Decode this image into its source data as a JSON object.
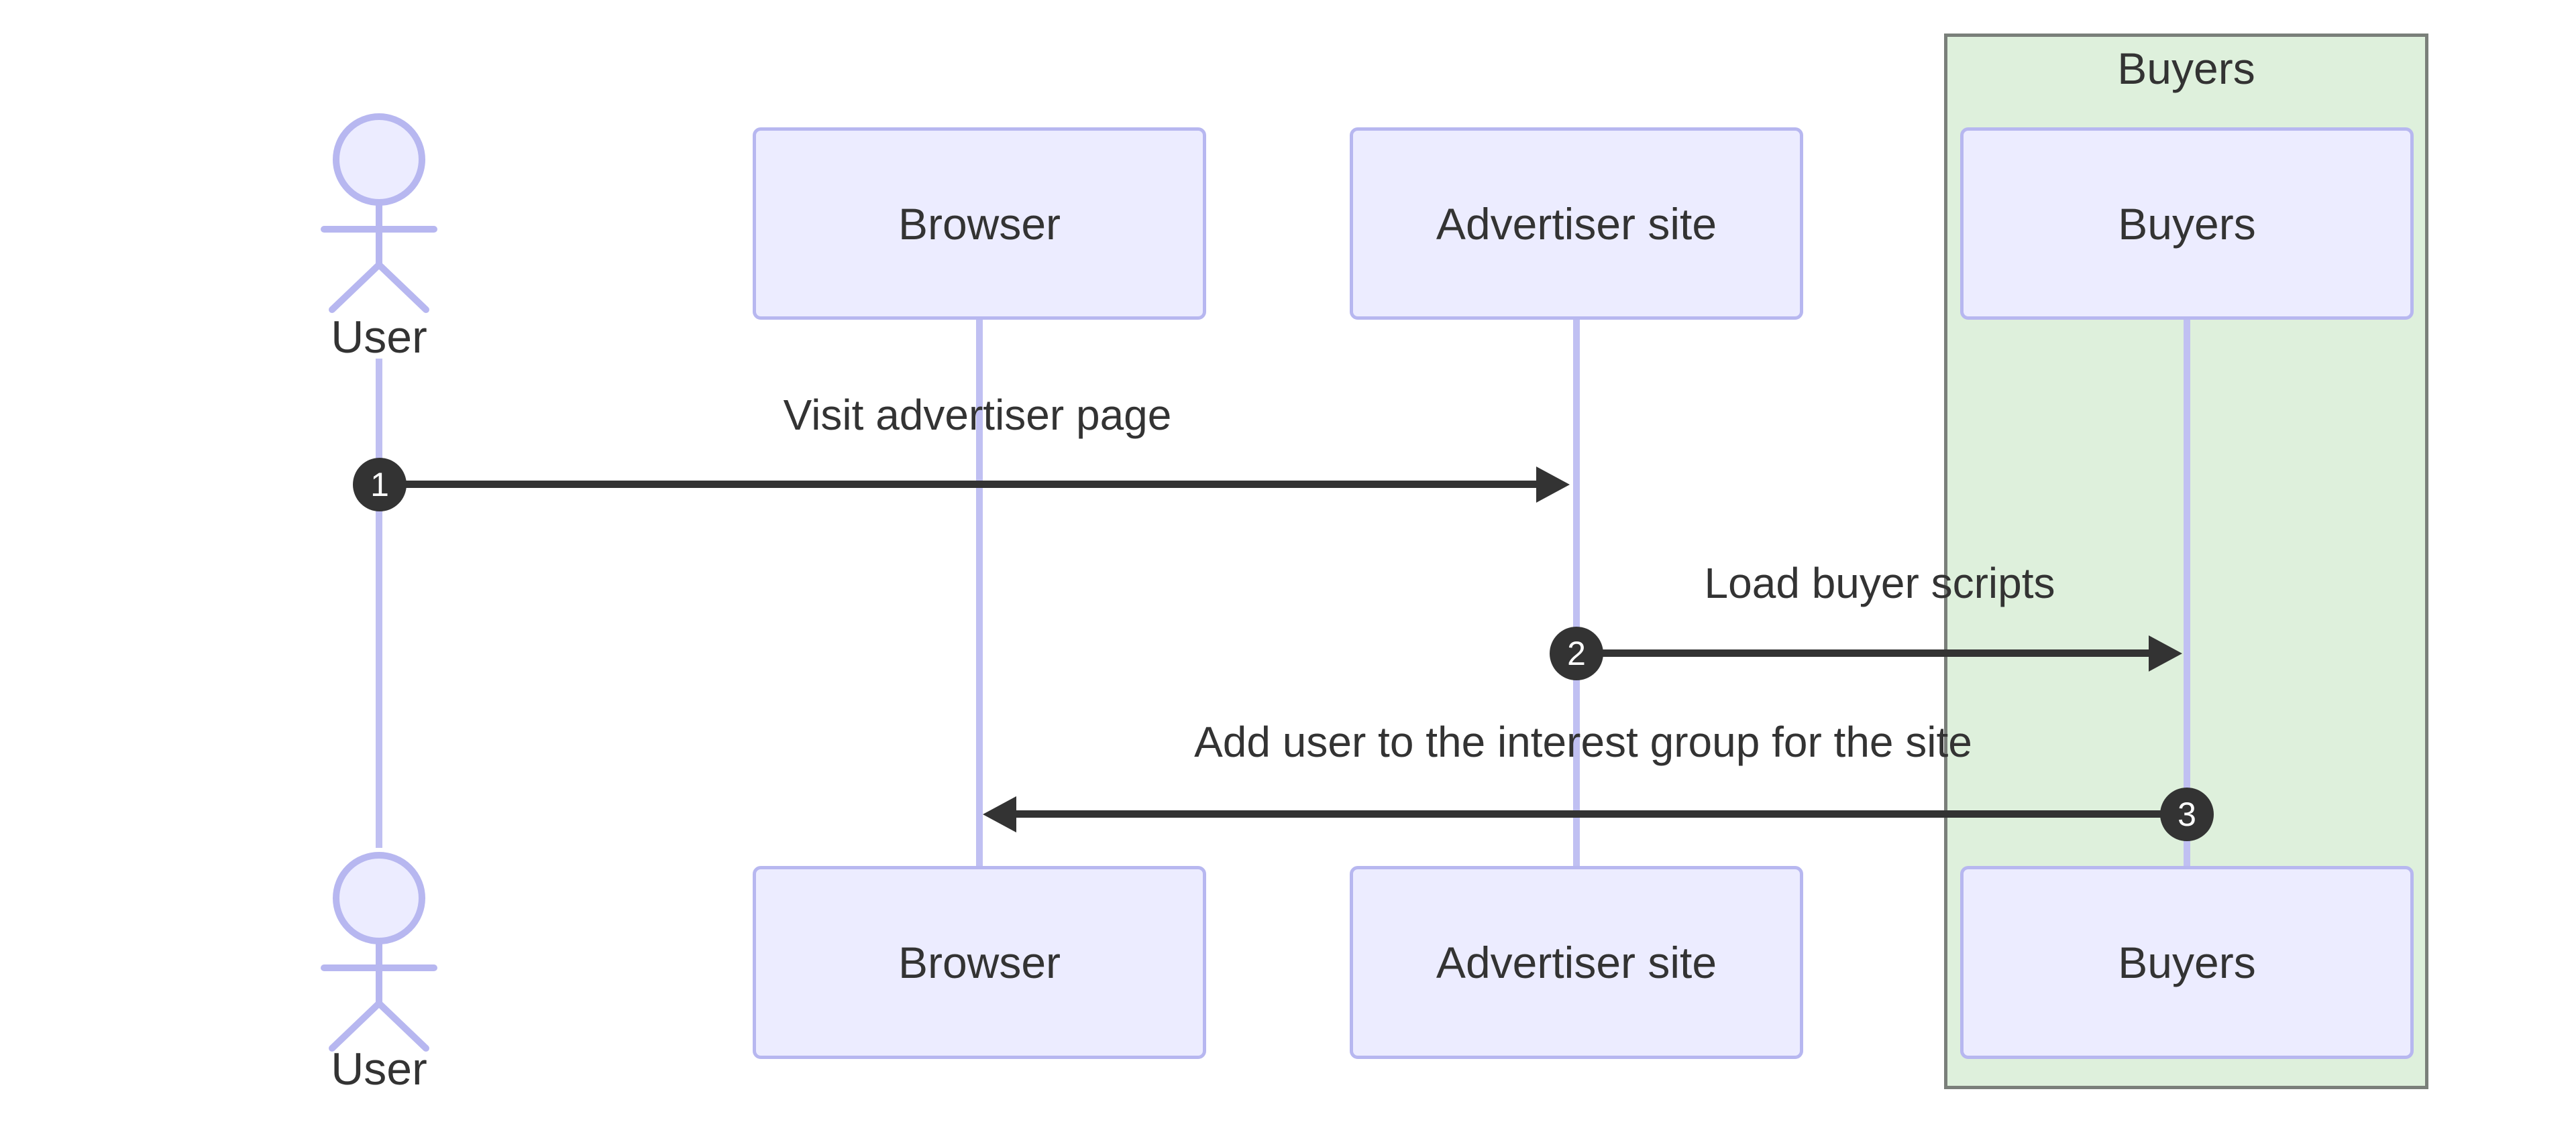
{
  "diagram": {
    "type": "sequence",
    "colors": {
      "participant_fill": "#ececff",
      "participant_border": "#b7b7f0",
      "lifeline": "#c0c0f2",
      "group_fill": "#def0dc",
      "group_border": "#7a7f7a",
      "arrow": "#333333",
      "text": "#333333",
      "badge_fill": "#333333",
      "badge_text": "#ffffff",
      "background": "#ffffff"
    },
    "actor": {
      "top_label": "User",
      "bottom_label": "User"
    },
    "participants": [
      {
        "id": "browser",
        "label": "Browser"
      },
      {
        "id": "advertiser-site",
        "label": "Advertiser site"
      },
      {
        "id": "buyers",
        "label": "Buyers"
      }
    ],
    "group": {
      "label": "Buyers"
    },
    "messages": [
      {
        "seq": "1",
        "text": "Visit advertiser page",
        "from": "User",
        "to": "Advertiser site",
        "direction": "right"
      },
      {
        "seq": "2",
        "text": "Load buyer scripts",
        "from": "Advertiser site",
        "to": "Buyers",
        "direction": "right"
      },
      {
        "seq": "3",
        "text": "Add user to the interest group for the site",
        "from": "Buyers",
        "to": "Browser",
        "direction": "left"
      }
    ]
  }
}
